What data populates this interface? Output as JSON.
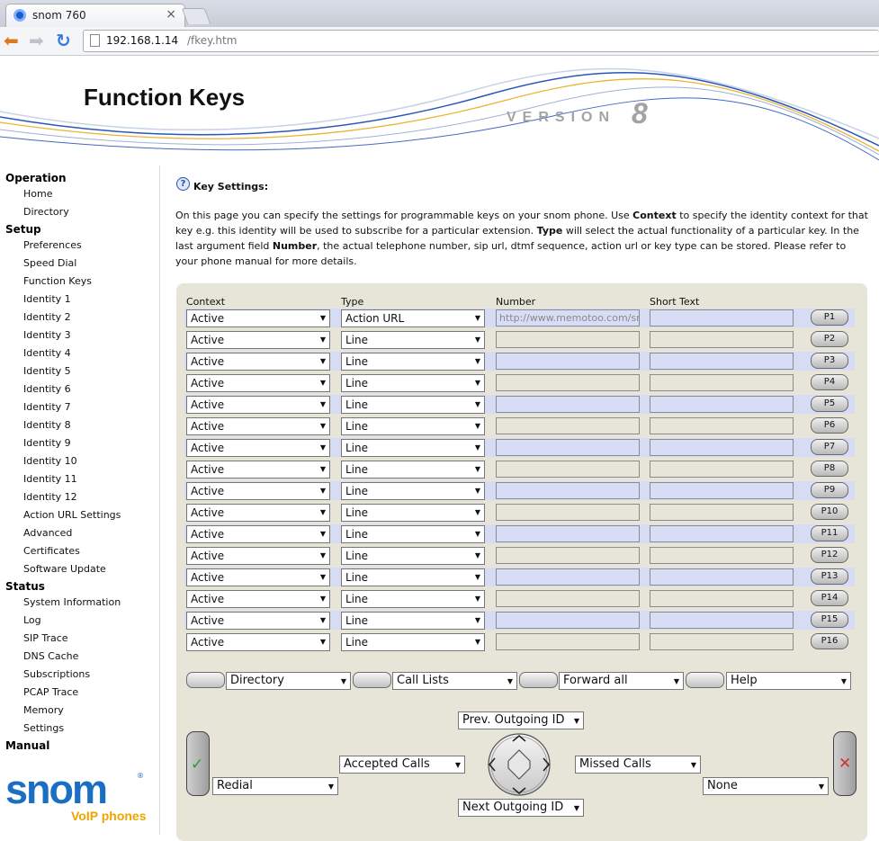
{
  "browser": {
    "tab_title": "snom 760",
    "tab_close": "×",
    "url_host": "192.168.1.14",
    "url_path": "/fkey.htm"
  },
  "header": {
    "title": "Function Keys",
    "version_label": "VERSION",
    "version_number": "8"
  },
  "sidebar": {
    "sections": [
      {
        "title": "Operation",
        "items": [
          "Home",
          "Directory"
        ]
      },
      {
        "title": "Setup",
        "items": [
          "Preferences",
          "Speed Dial",
          "Function Keys",
          "Identity 1",
          "Identity 2",
          "Identity 3",
          "Identity 4",
          "Identity 5",
          "Identity 6",
          "Identity 7",
          "Identity 8",
          "Identity 9",
          "Identity 10",
          "Identity 11",
          "Identity 12",
          "Action URL Settings",
          "Advanced",
          "Certificates",
          "Software Update"
        ]
      },
      {
        "title": "Status",
        "items": [
          "System Information",
          "Log",
          "SIP Trace",
          "DNS Cache",
          "Subscriptions",
          "PCAP Trace",
          "Memory",
          "Settings"
        ]
      },
      {
        "title": "Manual",
        "items": []
      }
    ],
    "logo_word": "snom",
    "logo_reg": "®",
    "logo_tagline": "VoIP phones"
  },
  "main": {
    "section_title": "Key Settings:",
    "help_icon_glyph": "?",
    "intro_parts": [
      "On this page you can specify the settings for programmable keys on your snom phone. Use ",
      "Context",
      " to specify the identity context for that key e.g. this identity will be used to subscribe for a particular extension. ",
      "Type",
      " will select the actual functionality of a particular key. In the last argument field ",
      "Number",
      ", the actual telephone number, sip url, dtmf sequence, action url or key type can be stored. Please refer to your phone manual for more details."
    ],
    "columns": {
      "context": "Context",
      "type": "Type",
      "number": "Number",
      "short_text": "Short Text"
    },
    "keys": [
      {
        "context": "Active",
        "type": "Action URL",
        "number": "http://www.memotoo.com/sn",
        "short_text": "",
        "button": "P1"
      },
      {
        "context": "Active",
        "type": "Line",
        "number": "",
        "short_text": "",
        "button": "P2"
      },
      {
        "context": "Active",
        "type": "Line",
        "number": "",
        "short_text": "",
        "button": "P3"
      },
      {
        "context": "Active",
        "type": "Line",
        "number": "",
        "short_text": "",
        "button": "P4"
      },
      {
        "context": "Active",
        "type": "Line",
        "number": "",
        "short_text": "",
        "button": "P5"
      },
      {
        "context": "Active",
        "type": "Line",
        "number": "",
        "short_text": "",
        "button": "P6"
      },
      {
        "context": "Active",
        "type": "Line",
        "number": "",
        "short_text": "",
        "button": "P7"
      },
      {
        "context": "Active",
        "type": "Line",
        "number": "",
        "short_text": "",
        "button": "P8"
      },
      {
        "context": "Active",
        "type": "Line",
        "number": "",
        "short_text": "",
        "button": "P9"
      },
      {
        "context": "Active",
        "type": "Line",
        "number": "",
        "short_text": "",
        "button": "P10"
      },
      {
        "context": "Active",
        "type": "Line",
        "number": "",
        "short_text": "",
        "button": "P11"
      },
      {
        "context": "Active",
        "type": "Line",
        "number": "",
        "short_text": "",
        "button": "P12"
      },
      {
        "context": "Active",
        "type": "Line",
        "number": "",
        "short_text": "",
        "button": "P13"
      },
      {
        "context": "Active",
        "type": "Line",
        "number": "",
        "short_text": "",
        "button": "P14"
      },
      {
        "context": "Active",
        "type": "Line",
        "number": "",
        "short_text": "",
        "button": "P15"
      },
      {
        "context": "Active",
        "type": "Line",
        "number": "",
        "short_text": "",
        "button": "P16"
      }
    ],
    "softkeys": [
      "Directory",
      "Call Lists",
      "Forward all",
      "Help"
    ],
    "keypad": {
      "up": "Prev. Outgoing ID",
      "down": "Next Outgoing ID",
      "left": "Accepted Calls",
      "right": "Missed Calls",
      "green": "Redial",
      "red": "None",
      "green_glyph": "✓",
      "red_glyph": "✕"
    }
  },
  "colors": {
    "panel_bg": "#e6e5d7",
    "row_blue": "#d6dcf4",
    "brand_blue": "#1a6fc4",
    "brand_orange": "#f0a400"
  }
}
